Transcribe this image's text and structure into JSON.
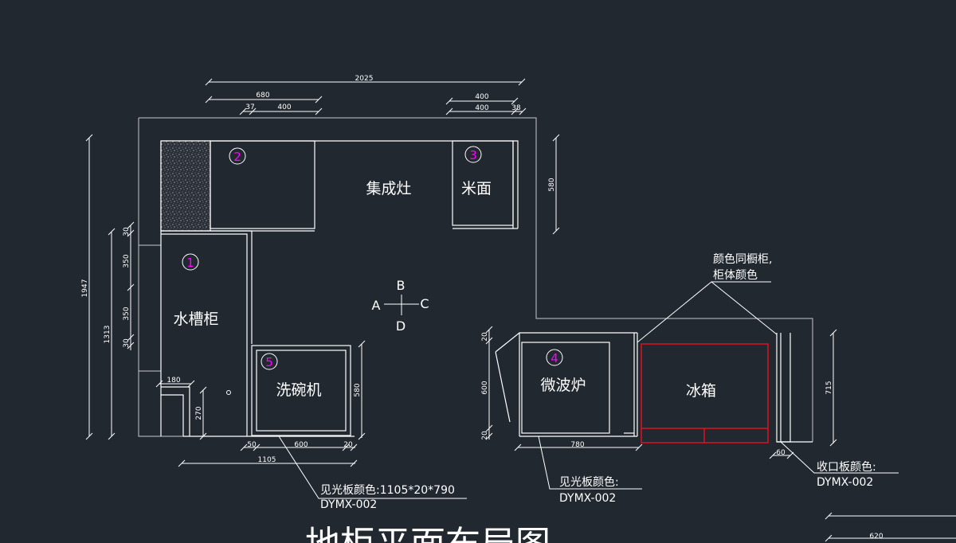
{
  "drawing": {
    "title": "地柜平面布局图",
    "colors": {
      "background": "#212830",
      "line": "#ffffff",
      "marker": "#ff00ff",
      "fridge": "#e01020"
    },
    "cabinets": {
      "c1": {
        "num": "1",
        "label": "水槽柜"
      },
      "c2": {
        "num": "2"
      },
      "c3": {
        "num": "3",
        "label": "米面"
      },
      "c4": {
        "num": "4",
        "label": "微波炉"
      },
      "c5": {
        "num": "5",
        "label": "洗碗机"
      },
      "stove": "集成灶",
      "fridge": "冰箱"
    },
    "compass": {
      "up": "B",
      "left": "A",
      "right": "C",
      "down": "D"
    },
    "dims": {
      "d2025": "2025",
      "d680": "680",
      "d37": "37",
      "d400a": "400",
      "d400b": "400",
      "d400c": "400",
      "d38": "38",
      "d1947": "1947",
      "d1313": "1313",
      "d30a": "30",
      "d350a": "350",
      "d350b": "350",
      "d30b": "30",
      "d580a": "580",
      "d180": "180",
      "d270": "270",
      "d50": "50",
      "d600a": "600",
      "d20a": "20",
      "d1105": "1105",
      "d580b": "580",
      "d20b": "20",
      "d600b": "600",
      "d20c": "20",
      "d780": "780",
      "d715": "715",
      "d60": "60",
      "d620": "620"
    },
    "notes": {
      "n1a": "颜色同橱柜,",
      "n1b": "柜体颜色",
      "n2a": "见光板颜色:1105*20*790",
      "n2b": "DYMX-002",
      "n3a": "见光板颜色:",
      "n3b": "DYMX-002",
      "n4a": "收口板颜色:",
      "n4b": "DYMX-002"
    }
  }
}
